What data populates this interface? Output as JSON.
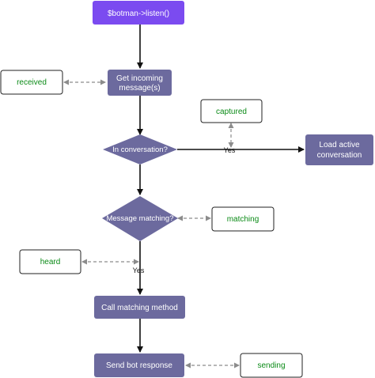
{
  "colors": {
    "start": "#7b4bf0",
    "process": "#6c6a9e",
    "event_text": "#0a8a16",
    "line": "#111111",
    "dashed": "#8c8c8c"
  },
  "flow": {
    "start": "$botman->listen()",
    "get_message": [
      "Get incoming",
      "message(s)"
    ],
    "in_conversation": "In conversation?",
    "load_conversation": [
      "Load active",
      "conversation"
    ],
    "message_matching": "Message matching?",
    "call_method": "Call matching method",
    "send_response": "Send bot response"
  },
  "edges": {
    "yes_conversation": "Yes",
    "yes_matching": "Yes"
  },
  "events": {
    "received": "received",
    "captured": "captured",
    "matching": "matching",
    "heard": "heard",
    "sending": "sending"
  }
}
